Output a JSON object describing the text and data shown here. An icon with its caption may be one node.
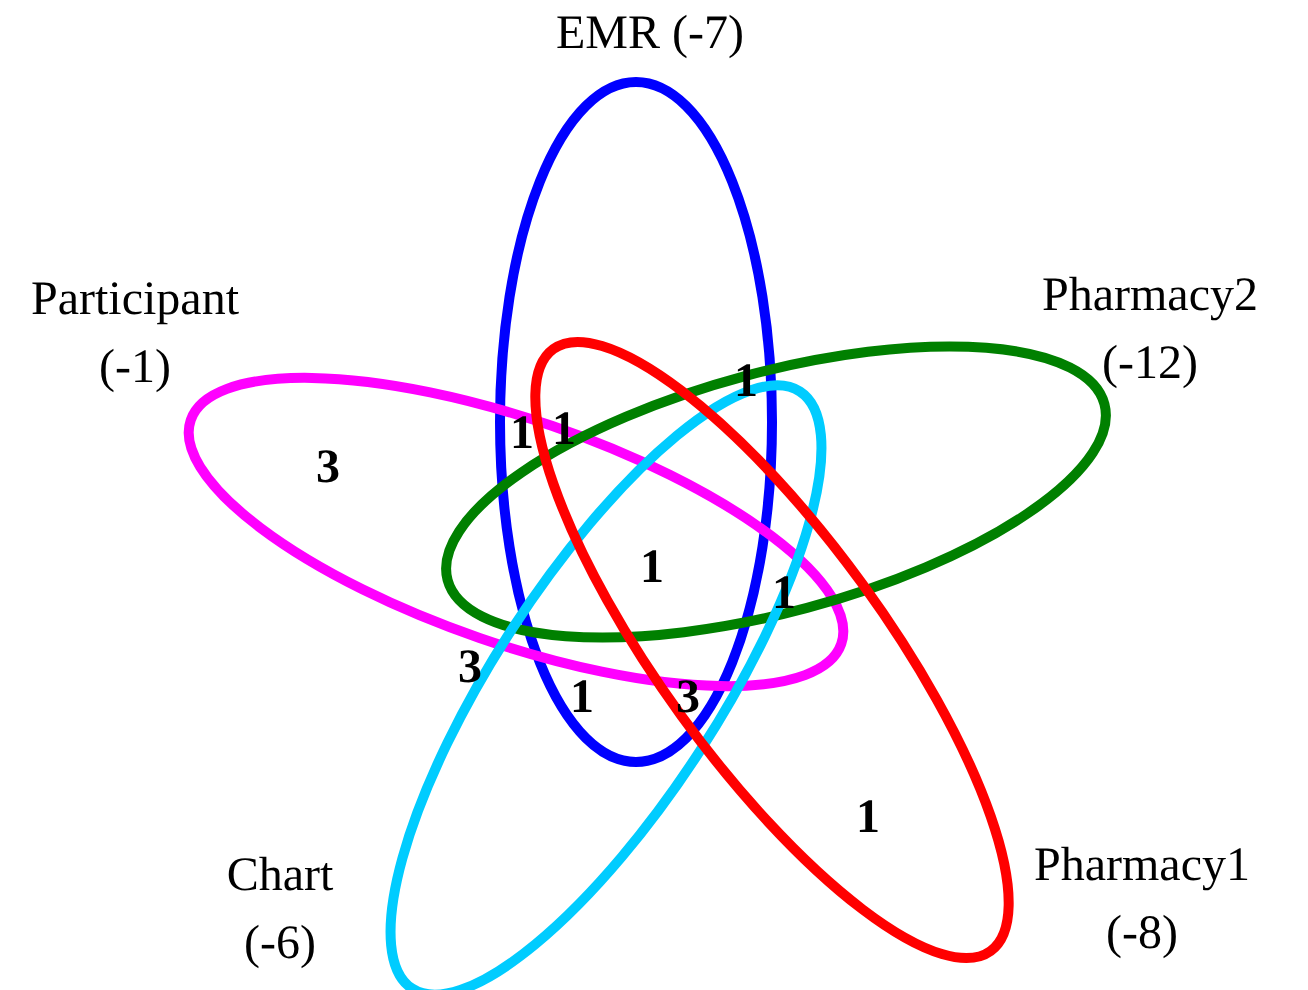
{
  "diagram": {
    "nodes": [
      {
        "text": [
          "EMR (-7)"
        ]
      },
      {
        "text": [
          "Participant (-1)"
        ]
      },
      {
        "text": [
          "Pharmacy2 (-12)"
        ]
      },
      {
        "text": [
          "Chart (-6)"
        ]
      },
      {
        "text": [
          "Pharmacy1 (-8)"
        ]
      }
    ],
    "labels": [
      "3",
      "1",
      "1",
      "1",
      "1",
      "1",
      "3",
      "1",
      "3",
      "1"
    ]
  }
}
